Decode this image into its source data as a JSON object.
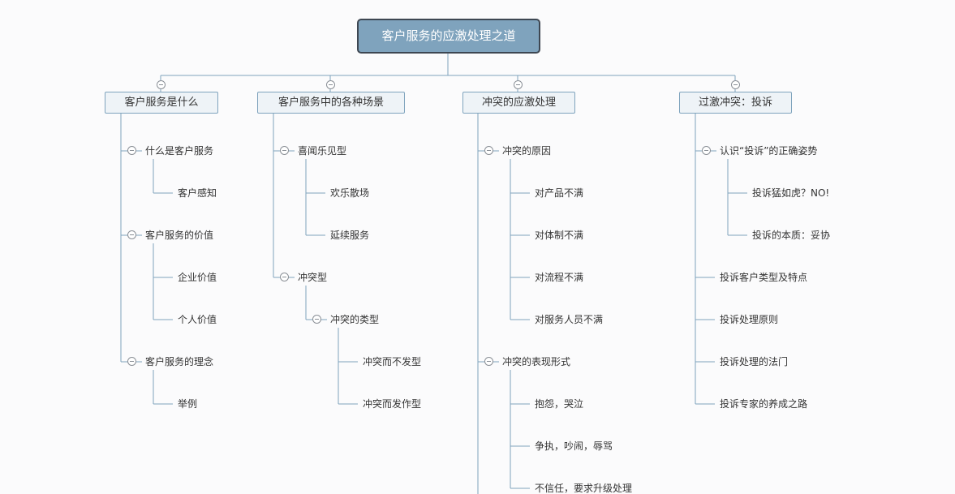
{
  "map": {
    "root": "客户服务的应激处理之道",
    "branches": [
      {
        "label": "客户服务是什么",
        "children": [
          {
            "label": "什么是客户服务",
            "children": [
              {
                "label": "客户感知"
              }
            ]
          },
          {
            "label": "客户服务的价值",
            "children": [
              {
                "label": "企业价值"
              },
              {
                "label": "个人价值"
              }
            ]
          },
          {
            "label": "客户服务的理念",
            "children": [
              {
                "label": "举例"
              }
            ]
          }
        ]
      },
      {
        "label": "客户服务中的各种场景",
        "children": [
          {
            "label": "喜闻乐见型",
            "children": [
              {
                "label": "欢乐散场"
              },
              {
                "label": "延续服务"
              }
            ]
          },
          {
            "label": "冲突型",
            "children": [
              {
                "label": "冲突的类型",
                "children": [
                  {
                    "label": "冲突而不发型"
                  },
                  {
                    "label": "冲突而发作型"
                  }
                ]
              }
            ]
          }
        ]
      },
      {
        "label": "冲突的应激处理",
        "children": [
          {
            "label": "冲突的原因",
            "children": [
              {
                "label": "对产品不满"
              },
              {
                "label": "对体制不满"
              },
              {
                "label": "对流程不满"
              },
              {
                "label": "对服务人员不满"
              }
            ]
          },
          {
            "label": "冲突的表现形式",
            "children": [
              {
                "label": "抱怨，哭泣"
              },
              {
                "label": "争执，吵闹，辱骂"
              },
              {
                "label": "不信任，要求升级处理"
              }
            ]
          }
        ]
      },
      {
        "label": "过激冲突：投诉",
        "children": [
          {
            "label": "认识“投诉”的正确姿势",
            "children": [
              {
                "label": "投诉猛如虎？NO!"
              },
              {
                "label": "投诉的本质：妥协"
              }
            ]
          },
          {
            "label": "投诉客户类型及特点"
          },
          {
            "label": "投诉处理原则"
          },
          {
            "label": "投诉处理的法门"
          },
          {
            "label": "投诉专家的养成之路"
          }
        ]
      }
    ]
  }
}
